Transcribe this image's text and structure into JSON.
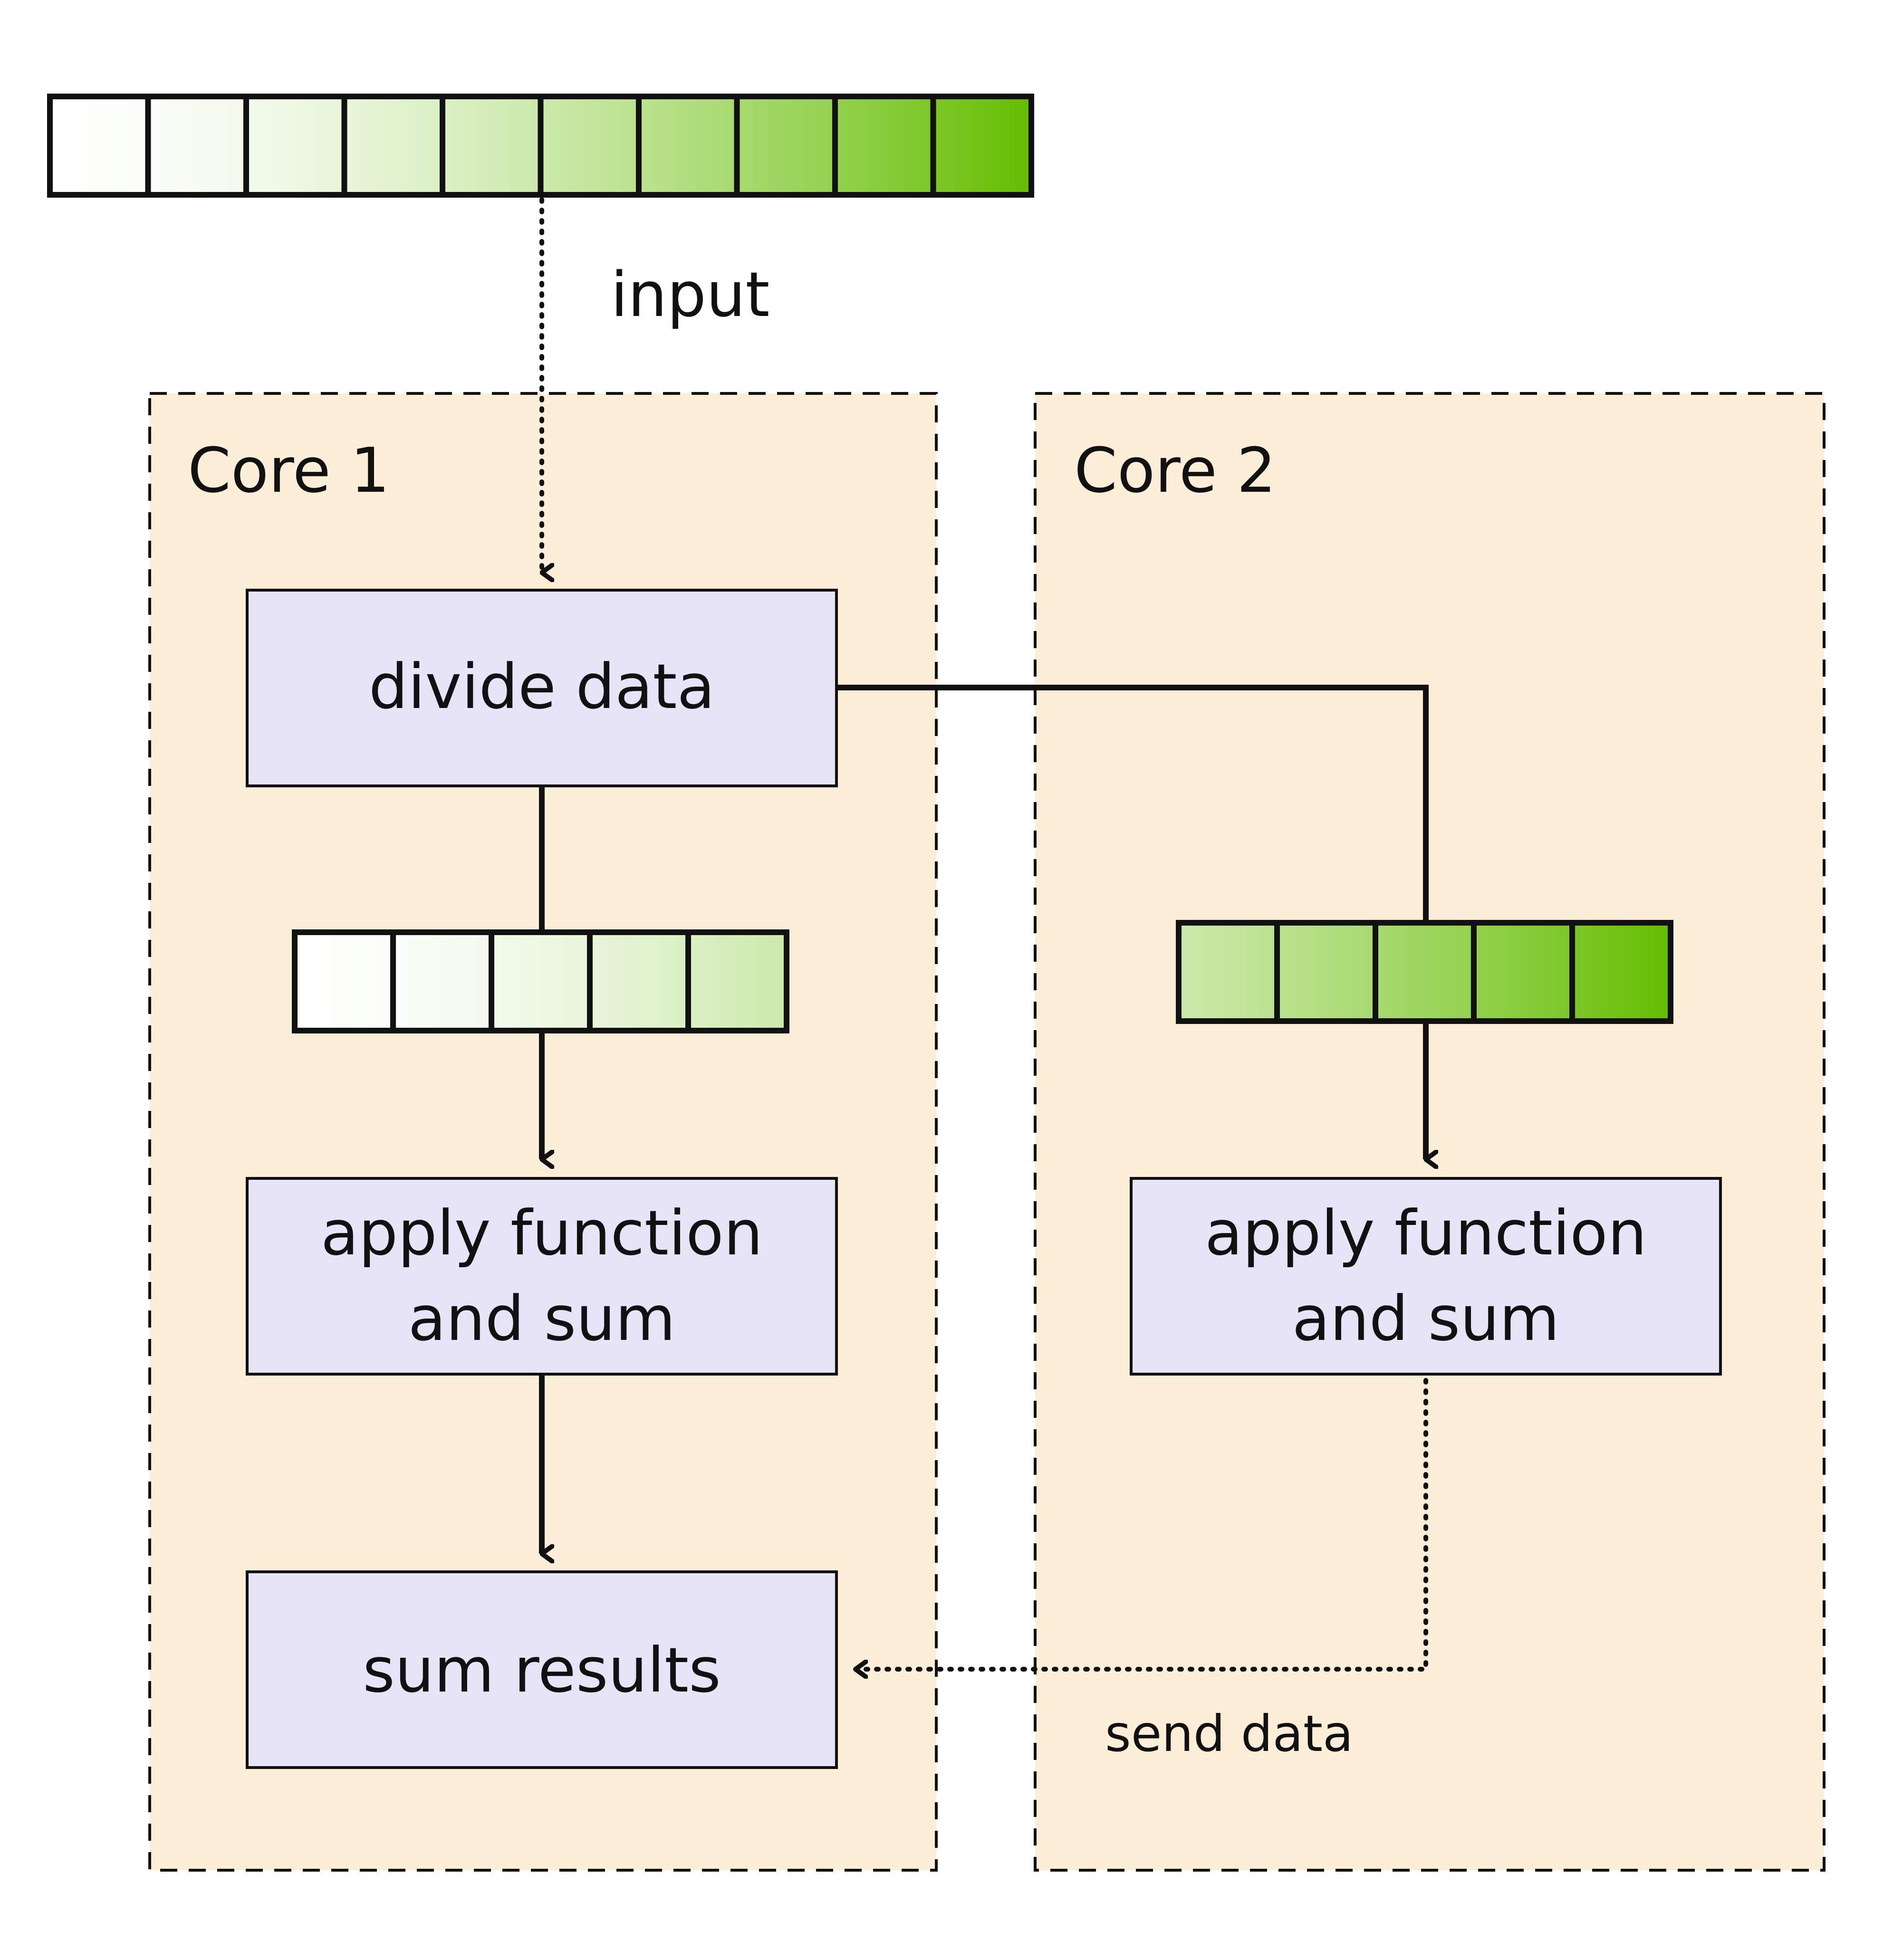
{
  "input_label": "input",
  "send_data_label": "send data",
  "cores": [
    {
      "title": "Core 1"
    },
    {
      "title": "Core 2"
    }
  ],
  "boxes": {
    "divide": {
      "lines": [
        "divide data"
      ]
    },
    "apply_core1": {
      "lines": [
        "apply function",
        "and sum"
      ]
    },
    "apply_core2": {
      "lines": [
        "apply function",
        "and sum"
      ]
    },
    "sum_results": {
      "lines": [
        "sum results"
      ]
    }
  },
  "arrays": {
    "input": {
      "cells": 10
    },
    "core1_chunk": {
      "cells": 5
    },
    "core2_chunk": {
      "cells": 5
    }
  },
  "colors": {
    "core_fill": "#fdefd7",
    "box_fill": "#e7e4f8",
    "gradient_start": "#ffffff",
    "gradient_end": "#64bd00",
    "stroke": "#111111"
  }
}
